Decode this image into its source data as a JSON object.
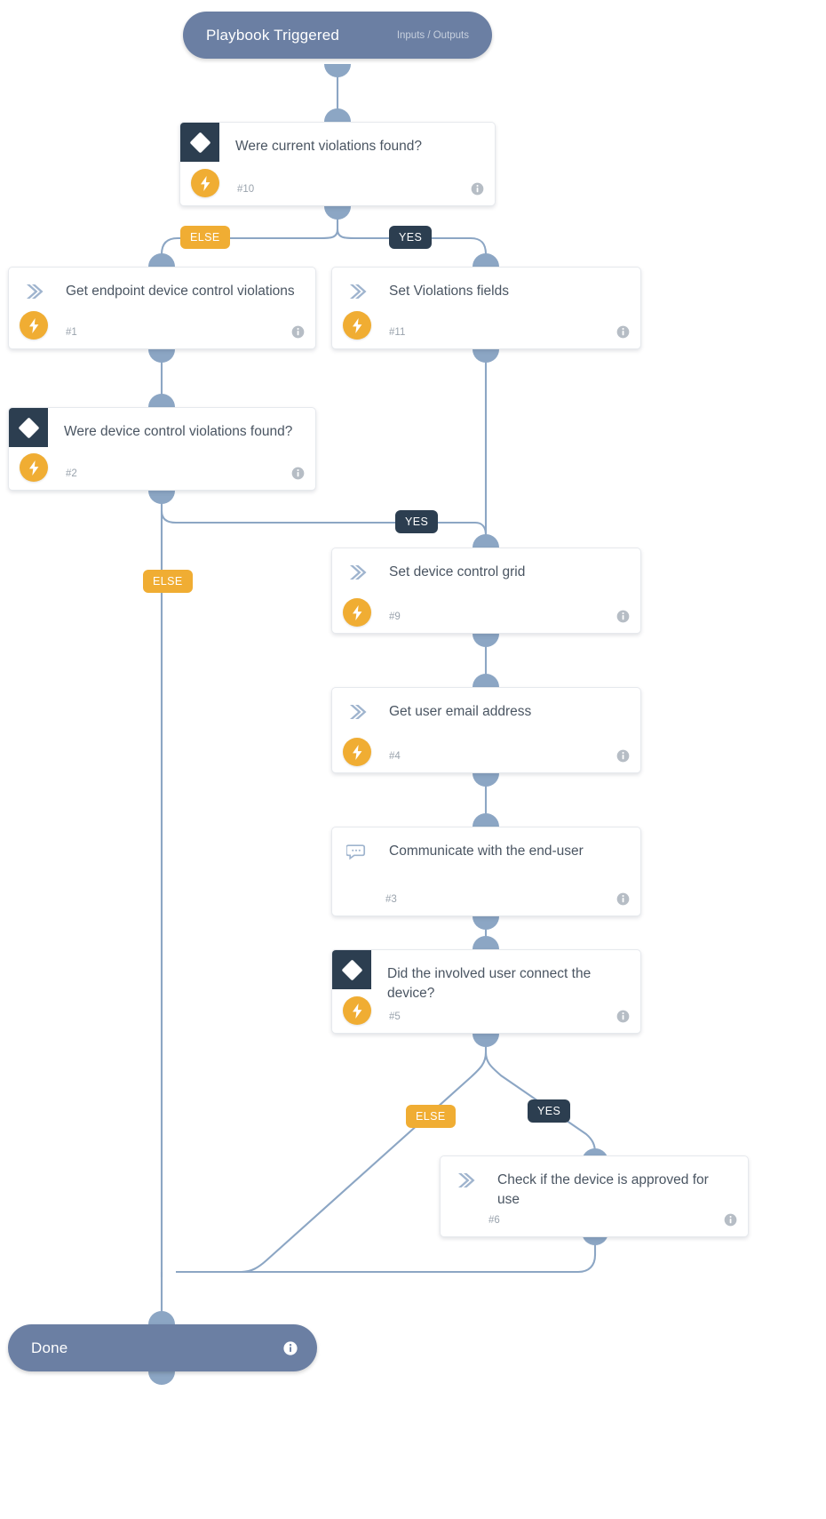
{
  "diagram": {
    "title": "Playbook flow",
    "colors": {
      "pill": "#6b7fa3",
      "condition_header": "#2c3e50",
      "bolt_badge": "#f0ad33",
      "else_label": "#f0ad33",
      "yes_label": "#2c3e50",
      "connector": "#8ca6c4",
      "card_bg": "#ffffff",
      "title_text": "#4a5562"
    }
  },
  "start": {
    "title": "Playbook Triggered",
    "subtitle": "Inputs / Outputs"
  },
  "end": {
    "title": "Done",
    "info_icon": "info-icon"
  },
  "nodes": [
    {
      "id": "n10",
      "type": "condition",
      "title": "Were current violations found?",
      "number": "#10",
      "icon": "diamond-icon",
      "badge": "bolt-icon",
      "info_icon": "info-icon"
    },
    {
      "id": "n1",
      "type": "task",
      "title": "Get endpoint device control violations",
      "number": "#1",
      "icon": "chevron-double-right-icon",
      "badge": "bolt-icon",
      "info_icon": "info-icon"
    },
    {
      "id": "n11",
      "type": "task",
      "title": "Set Violations fields",
      "number": "#11",
      "icon": "chevron-double-right-icon",
      "badge": "bolt-icon",
      "info_icon": "info-icon"
    },
    {
      "id": "n2",
      "type": "condition",
      "title": "Were device control violations found?",
      "number": "#2",
      "icon": "diamond-icon",
      "badge": "bolt-icon",
      "info_icon": "info-icon"
    },
    {
      "id": "n9",
      "type": "task",
      "title": "Set device control grid",
      "number": "#9",
      "icon": "chevron-double-right-icon",
      "badge": "bolt-icon",
      "info_icon": "info-icon"
    },
    {
      "id": "n4",
      "type": "task",
      "title": "Get user email address",
      "number": "#4",
      "icon": "chevron-double-right-icon",
      "badge": "bolt-icon",
      "info_icon": "info-icon"
    },
    {
      "id": "n3",
      "type": "communicate",
      "title": "Communicate with the end-user",
      "number": "#3",
      "icon": "chat-bubble-icon",
      "badge": null,
      "info_icon": "info-icon"
    },
    {
      "id": "n5",
      "type": "condition",
      "title": "Did the involved user connect the device?",
      "number": "#5",
      "icon": "diamond-icon",
      "badge": "bolt-icon",
      "info_icon": "info-icon"
    },
    {
      "id": "n6",
      "type": "task",
      "title": "Check if the device is approved for use",
      "number": "#6",
      "icon": "chevron-double-right-icon",
      "badge": null,
      "info_icon": "info-icon"
    }
  ],
  "branch_labels": [
    {
      "id": "b1",
      "text": "ELSE",
      "kind": "else"
    },
    {
      "id": "b2",
      "text": "YES",
      "kind": "yes"
    },
    {
      "id": "b3",
      "text": "YES",
      "kind": "yes"
    },
    {
      "id": "b4",
      "text": "ELSE",
      "kind": "else"
    },
    {
      "id": "b5",
      "text": "ELSE",
      "kind": "else"
    },
    {
      "id": "b6",
      "text": "YES",
      "kind": "yes"
    }
  ]
}
